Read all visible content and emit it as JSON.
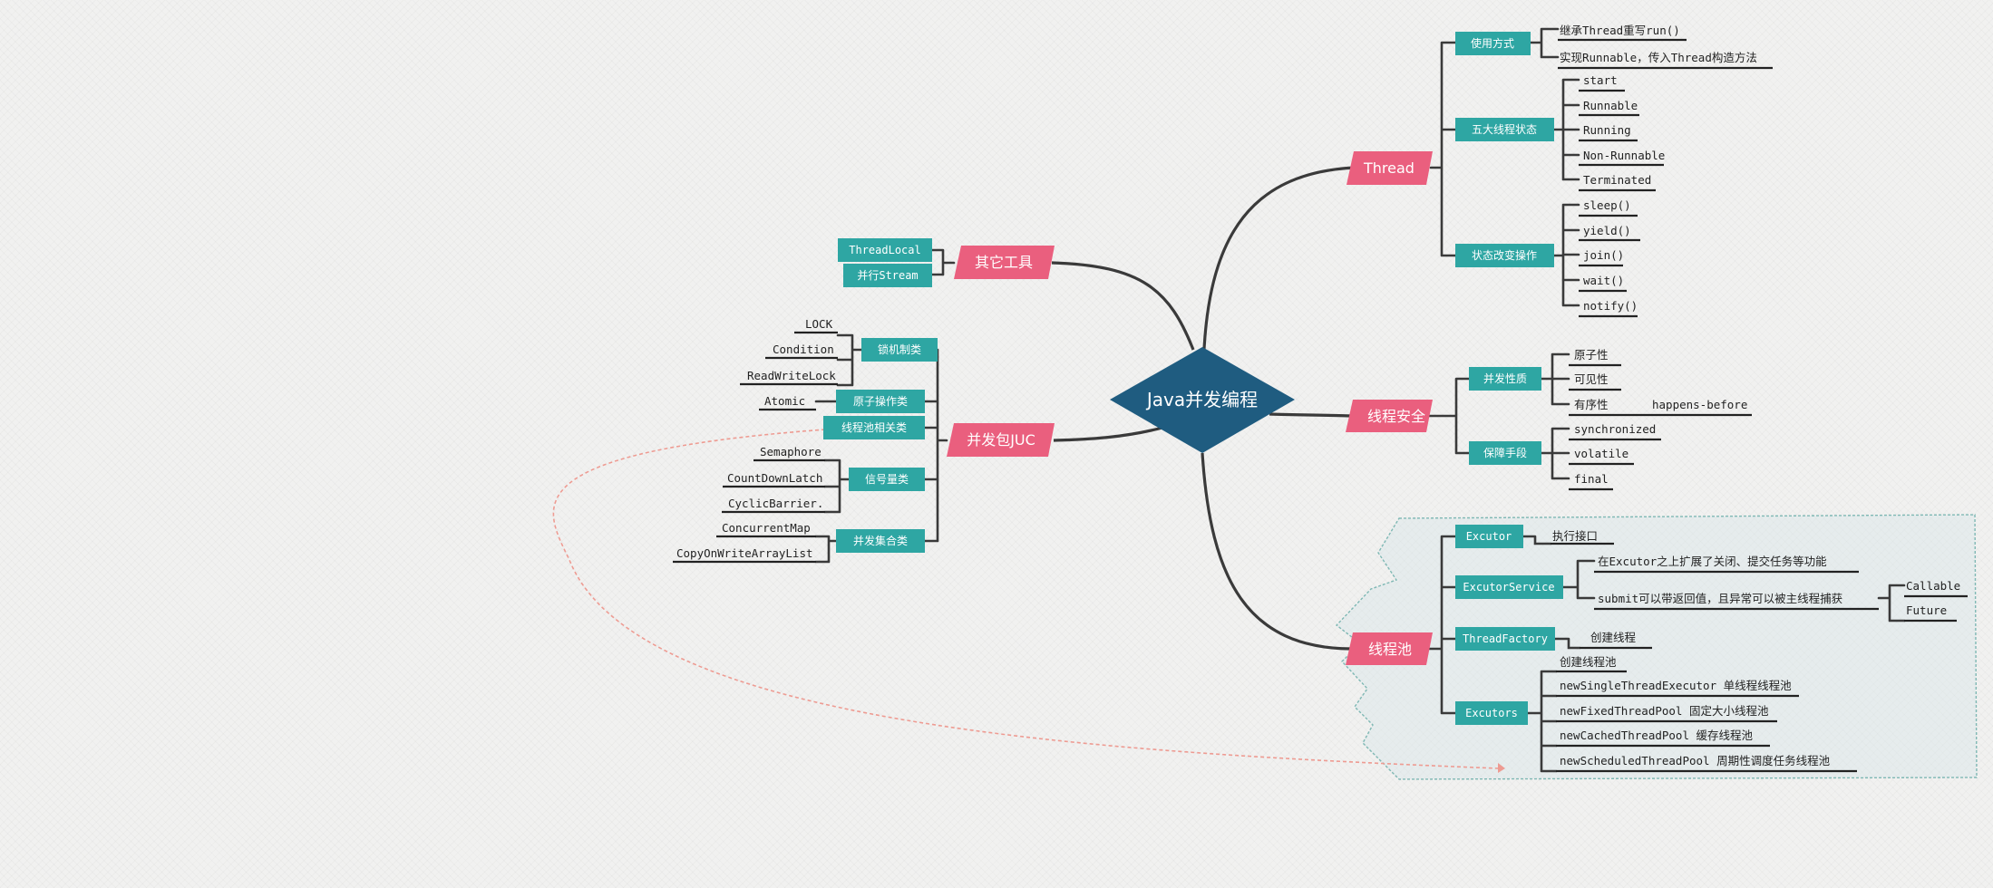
{
  "root": "Java并发编程",
  "colors": {
    "root": "#1f5c80",
    "topic": "#ea5f7e",
    "subtopic": "#2ea6a3",
    "relation": "#ee9b92"
  },
  "branches": {
    "thread": {
      "label": "Thread",
      "usage": {
        "label": "使用方式",
        "items": [
          "继承Thread重写run()",
          "实现Runnable，传入Thread构造方法"
        ]
      },
      "states": {
        "label": "五大线程状态",
        "items": [
          "start",
          "Runnable",
          "Running",
          "Non-Runnable",
          "Terminated"
        ]
      },
      "ops": {
        "label": "状态改变操作",
        "items": [
          "sleep()",
          "yield()",
          "join()",
          "wait()",
          "notify()"
        ]
      }
    },
    "safety": {
      "label": "线程安全",
      "props": {
        "label": "并发性质",
        "items": [
          "原子性",
          "可见性",
          "有序性"
        ],
        "order_note": "happens-before"
      },
      "means": {
        "label": "保障手段",
        "items": [
          "synchronized",
          "volatile",
          "final"
        ]
      }
    },
    "pool": {
      "label": "线程池",
      "executor": {
        "label": "Excutor",
        "items": [
          "执行接口"
        ]
      },
      "service": {
        "label": "ExcutorService",
        "items": [
          "在Excutor之上扩展了关闭、提交任务等功能",
          "submit可以带返回值，且异常可以被主线程捕获"
        ],
        "submit_items": [
          "Callable",
          "Future"
        ]
      },
      "factory": {
        "label": "ThreadFactory",
        "items": [
          "创建线程"
        ]
      },
      "executors": {
        "label": "Excutors",
        "items": [
          "创建线程池",
          "newSingleThreadExecutor 单线程线程池",
          "newFixedThreadPool 固定大小线程池",
          "newCachedThreadPool 缓存线程池",
          "newScheduledThreadPool 周期性调度任务线程池"
        ]
      }
    },
    "tools": {
      "label": "其它工具",
      "items": [
        "ThreadLocal",
        "并行Stream"
      ]
    },
    "juc": {
      "label": "并发包JUC",
      "locks": {
        "label": "锁机制类",
        "items": [
          "LOCK",
          "Condition",
          "ReadWriteLock"
        ]
      },
      "atomic": {
        "label": "原子操作类",
        "items": [
          "Atomic"
        ]
      },
      "pool_rel": {
        "label": "线程池相关类"
      },
      "sync": {
        "label": "信号量类",
        "items": [
          "Semaphore",
          "CountDownLatch",
          "CyclicBarrier."
        ]
      },
      "collections": {
        "label": "并发集合类",
        "items": [
          "ConcurrentMap",
          "CopyOnWriteArrayList"
        ]
      }
    }
  }
}
